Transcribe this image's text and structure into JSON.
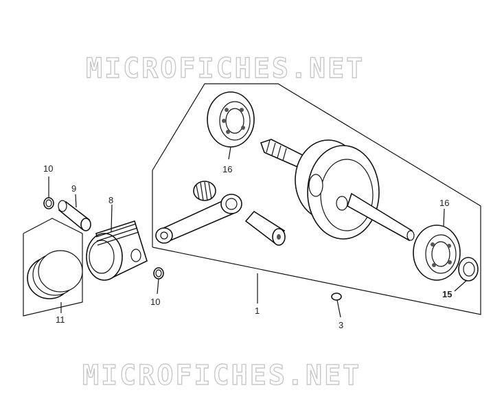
{
  "watermark": {
    "top": "MICROFICHES.NET",
    "bottom": "MICROFICHES.NET"
  },
  "callouts": {
    "c1": "1",
    "c3": "3",
    "c8": "8",
    "c9": "9",
    "c10a": "10",
    "c10b": "10",
    "c11": "11",
    "c15": "15",
    "c16a": "16",
    "c16b": "16"
  }
}
